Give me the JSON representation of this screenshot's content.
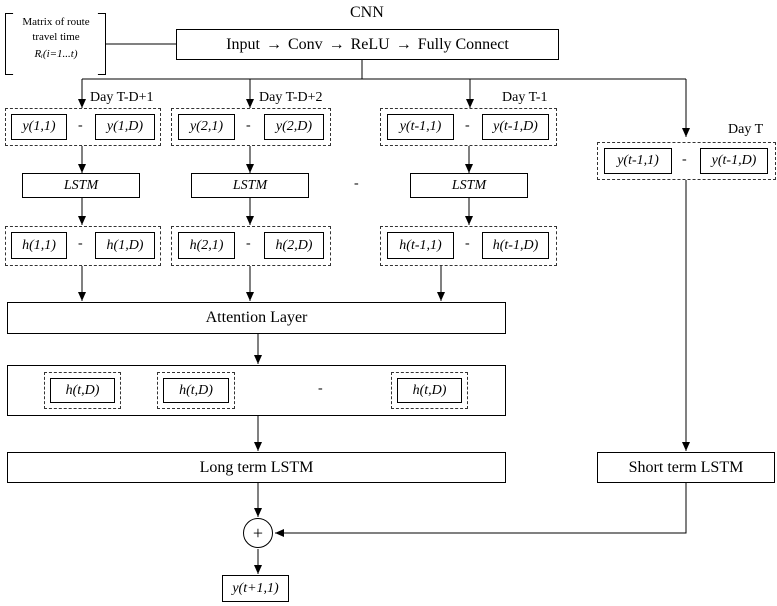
{
  "cnn": {
    "title": "CNN",
    "pipeline": [
      "Input",
      "Conv",
      "ReLU",
      "Fully Connect"
    ],
    "arrow": "→"
  },
  "matrix": {
    "line1": "Matrix of route",
    "line2": "travel time",
    "formula": "Rᵢ(i=1...t)"
  },
  "days": [
    {
      "label": "Day T-D+1",
      "first": "y(1,1)",
      "last": "y(1,D)",
      "lstm": "LSTM",
      "h_first": "h(1,1)",
      "h_last": "h(1,D)"
    },
    {
      "label": "Day T-D+2",
      "first": "y(2,1)",
      "last": "y(2,D)",
      "lstm": "LSTM",
      "h_first": "h(2,1)",
      "h_last": "h(2,D)"
    },
    {
      "label": "Day T-1",
      "first": "y(t-1,1)",
      "last": "y(t-1,D)",
      "lstm": "LSTM",
      "h_first": "h(t-1,1)",
      "h_last": "h(t-1,D)"
    }
  ],
  "day_t": {
    "label": "Day T",
    "first": "y(t-1,1)",
    "last": "y(t-1,D)"
  },
  "dash": "-",
  "attention": "Attention Layer",
  "h_outputs": [
    "h(t,D)",
    "h(t,D)",
    "h(t,D)"
  ],
  "long_lstm": "Long term LSTM",
  "short_lstm": "Short term LSTM",
  "plus": "+",
  "output": "y(t+1,1)"
}
